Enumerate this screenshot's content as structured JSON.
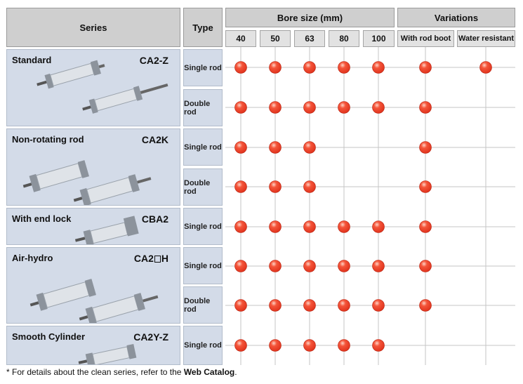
{
  "headers": {
    "series": "Series",
    "type": "Type",
    "bore_size": "Bore size (mm)",
    "variations": "Variations",
    "bores": [
      "40",
      "50",
      "63",
      "80",
      "100"
    ],
    "variation_items": [
      "With rod boot",
      "Water resistant"
    ]
  },
  "series": [
    {
      "name": "Standard",
      "code": "CA2-Z"
    },
    {
      "name": "Non-rotating rod",
      "code": "CA2K"
    },
    {
      "name": "With end lock",
      "code": "CBA2"
    },
    {
      "name": "Air-hydro",
      "code_prefix": "CA2",
      "code_suffix": "H"
    },
    {
      "name": "Smooth Cylinder",
      "code": "CA2Y-Z"
    }
  ],
  "rows": [
    {
      "type": "Single rod",
      "available": [
        "40",
        "50",
        "63",
        "80",
        "100",
        "With rod boot",
        "Water resistant"
      ]
    },
    {
      "type": "Double rod",
      "available": [
        "40",
        "50",
        "63",
        "80",
        "100",
        "With rod boot"
      ]
    },
    {
      "type": "Single rod",
      "available": [
        "40",
        "50",
        "63",
        "With rod boot"
      ]
    },
    {
      "type": "Double rod",
      "available": [
        "40",
        "50",
        "63",
        "With rod boot"
      ]
    },
    {
      "type": "Single rod",
      "available": [
        "40",
        "50",
        "63",
        "80",
        "100",
        "With rod boot"
      ]
    },
    {
      "type": "Single rod",
      "available": [
        "40",
        "50",
        "63",
        "80",
        "100",
        "With rod boot"
      ]
    },
    {
      "type": "Double rod",
      "available": [
        "40",
        "50",
        "63",
        "80",
        "100",
        "With rod boot"
      ]
    },
    {
      "type": "Single rod",
      "available": [
        "40",
        "50",
        "63",
        "80",
        "100"
      ]
    }
  ],
  "footnote": {
    "prefix": "* For details about the clean series, refer to the ",
    "link": "Web Catalog",
    "suffix": "."
  },
  "colors": {
    "dot": "#e0321c",
    "header_bg": "#cfcfcf",
    "row_label_bg": "#d3dbe8"
  }
}
